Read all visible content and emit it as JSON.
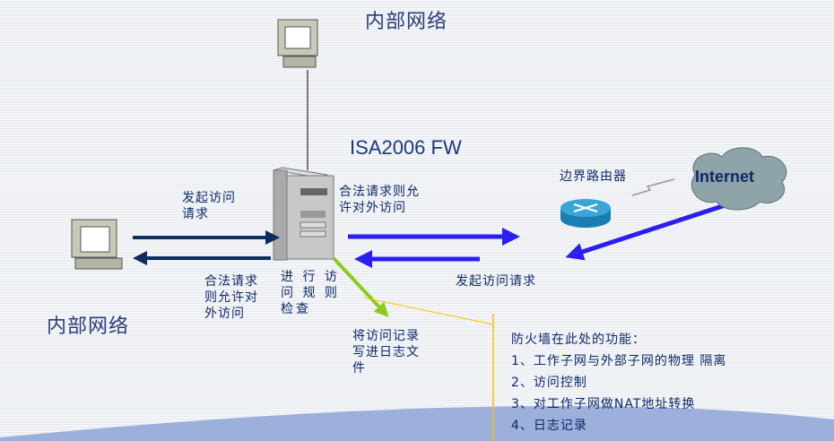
{
  "labels": {
    "internal_top": "内部网络",
    "internal_left": "内部网络",
    "firewall": "ISA2006 FW",
    "internet": "Internet",
    "router": "边界路由器",
    "initiate_left": "发起访问\n请求",
    "allow_left": "合法请求\n则允许对\n外访问",
    "check": "进 行 访\n问 规 则\n检查",
    "allow_right": "合法请求则允\n许对外访问",
    "initiate_right": "发起访问请求",
    "log": "将访问记录\n写进日志文\n件"
  },
  "functions": {
    "title": "防火墙在此处的功能：",
    "items": [
      "1、工作子网与外部子网的物理 隔离",
      "2、访问控制",
      "3、对工作子网做NAT地址转换",
      "4、日志记录"
    ]
  },
  "colors": {
    "dark_arrow": "#0d2d5e",
    "blue_arrow": "#2a1ff0",
    "green_arrow": "#8ec91c",
    "callout": "#f5c400",
    "cloud": "#8ea4a8"
  }
}
